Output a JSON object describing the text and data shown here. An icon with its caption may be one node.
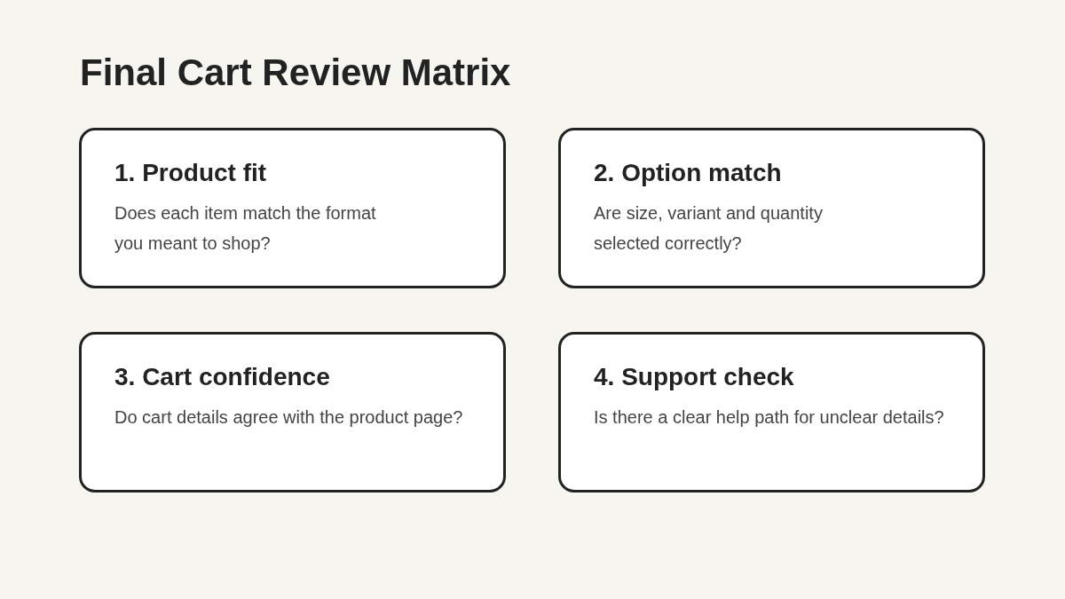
{
  "diagram": {
    "title": "Final Cart Review Matrix",
    "nodes": [
      {
        "text": [
          "1. Product fit",
          "Does each item match the format you meant to shop?"
        ]
      },
      {
        "text": [
          "2. Option match",
          "Are size, variant and quantity selected correctly?"
        ]
      },
      {
        "text": [
          "3. Cart confidence",
          "Do cart details agree with the product page?"
        ]
      },
      {
        "text": [
          "4. Support check",
          "Is there a clear help path for unclear details?"
        ]
      }
    ],
    "edges": []
  }
}
